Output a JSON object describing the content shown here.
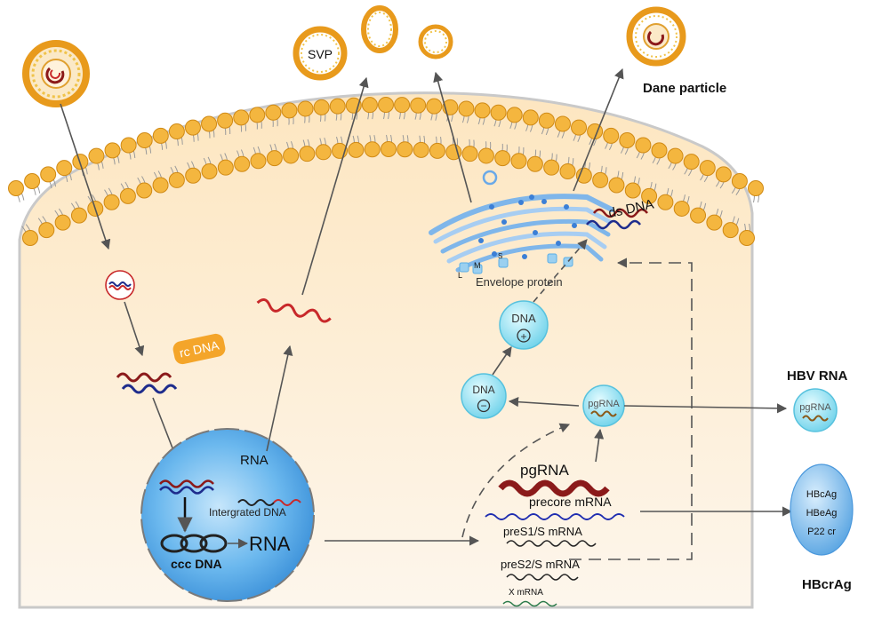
{
  "labels": {
    "svp": "SVP",
    "dane_particle": "Dane particle",
    "rc_dna": "rc DNA",
    "rna_upper": "RNA",
    "rna_nucleus": "RNA",
    "integrated_dna": "Intergrated DNA",
    "ccc_dna": "ccc DNA",
    "ds_dna": "ds DNA",
    "envelope_protein": "Envelope protein",
    "er_l": "L",
    "er_m": "M",
    "er_s": "S",
    "dna_plus": "DNA",
    "plus_sign": "+",
    "dna_minus": "DNA",
    "minus_sign": "−",
    "pgrna_circle": "pgRNA",
    "hbv_rna": "HBV RNA",
    "hbv_rna_circle": "pgRNA",
    "pgrna_transcript": "pgRNA",
    "precore_mrna": "precore mRNA",
    "pres1_mrna": "preS1/S mRNA",
    "pres2_mrna": "preS2/S mRNA",
    "x_mrna": "X mRNA",
    "hbcag": "HBcAg",
    "hbeag": "HBeAg",
    "p22cr": "P22 cr",
    "hbcrag": "HBcrAg"
  },
  "colors": {
    "cytoplasm_top": "#fde9c9",
    "cytoplasm_bottom": "#fdf5ea",
    "lipid_head": "#f4b63f",
    "lipid_head_stroke": "#d08a15",
    "virus_orange": "#e89a1c",
    "nucleus_blue": "#5aaee6",
    "cyan_circle": "#8fe0f0",
    "er_blue": "#7fb6ea",
    "dark_red": "#8b1a1a",
    "red": "#c8282a",
    "navy": "#1e2c8c",
    "arrow": "#555555"
  }
}
